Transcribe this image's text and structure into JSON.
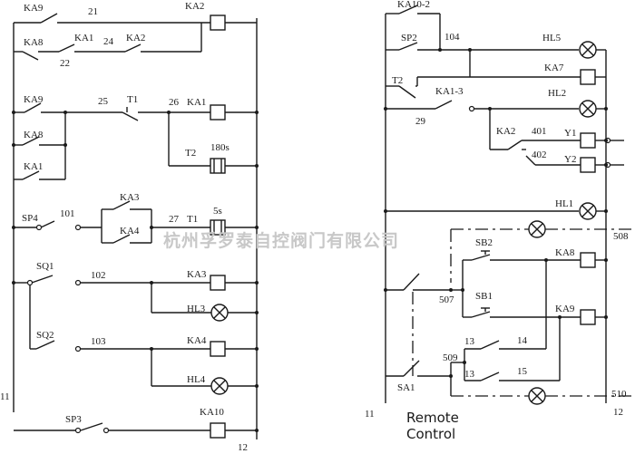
{
  "labels": {
    "KA9_a": "KA9",
    "n21": "21",
    "KA2_coil": "KA2",
    "KA8_a": "KA8",
    "KA1_a": "KA1",
    "n24": "24",
    "KA2_a": "KA2",
    "n22": "22",
    "KA9_b": "KA9",
    "n25": "25",
    "T1_a": "T1",
    "n26": "26",
    "KA1_coil": "KA1",
    "KA8_b": "KA8",
    "T2_coil": "T2",
    "t180": "180s",
    "KA1_b": "KA1",
    "KA3_a": "KA3",
    "SP4": "SP4",
    "n101": "101",
    "KA4_a": "KA4",
    "n27": "27",
    "T1_coil": "T1",
    "t5": "5s",
    "SQ1": "SQ1",
    "n102": "102",
    "KA3_coil": "KA3",
    "HL3": "HL3",
    "SQ2": "SQ2",
    "n103": "103",
    "KA4_coil": "KA4",
    "HL4": "HL4",
    "n11_left": "11",
    "SP3": "SP3",
    "KA10_coil": "KA10",
    "n12_left": "12",
    "KA10_2": "KA10-2",
    "SP2": "SP2",
    "n104": "104",
    "HL5": "HL5",
    "KA7": "KA7",
    "T2_b": "T2",
    "KA1_3": "KA1-3",
    "HL2": "HL2",
    "n29": "29",
    "KA2_b": "KA2",
    "n401": "401",
    "Y1": "Y1",
    "n402": "402",
    "Y2": "Y2",
    "HL1": "HL1",
    "n508": "508",
    "SB2": "SB2",
    "KA8_coil": "KA8",
    "n507": "507",
    "SB1": "SB1",
    "KA9_coil": "KA9",
    "n13a": "13",
    "n14": "14",
    "n509": "509",
    "n13b": "13",
    "n15": "15",
    "SA1": "SA1",
    "n510": "510",
    "n11_right": "11",
    "n12_right": "12"
  },
  "caption": {
    "line1": "Remote",
    "line2": "Control"
  },
  "watermark": "杭州孚罗泰自控阀门有限公司"
}
